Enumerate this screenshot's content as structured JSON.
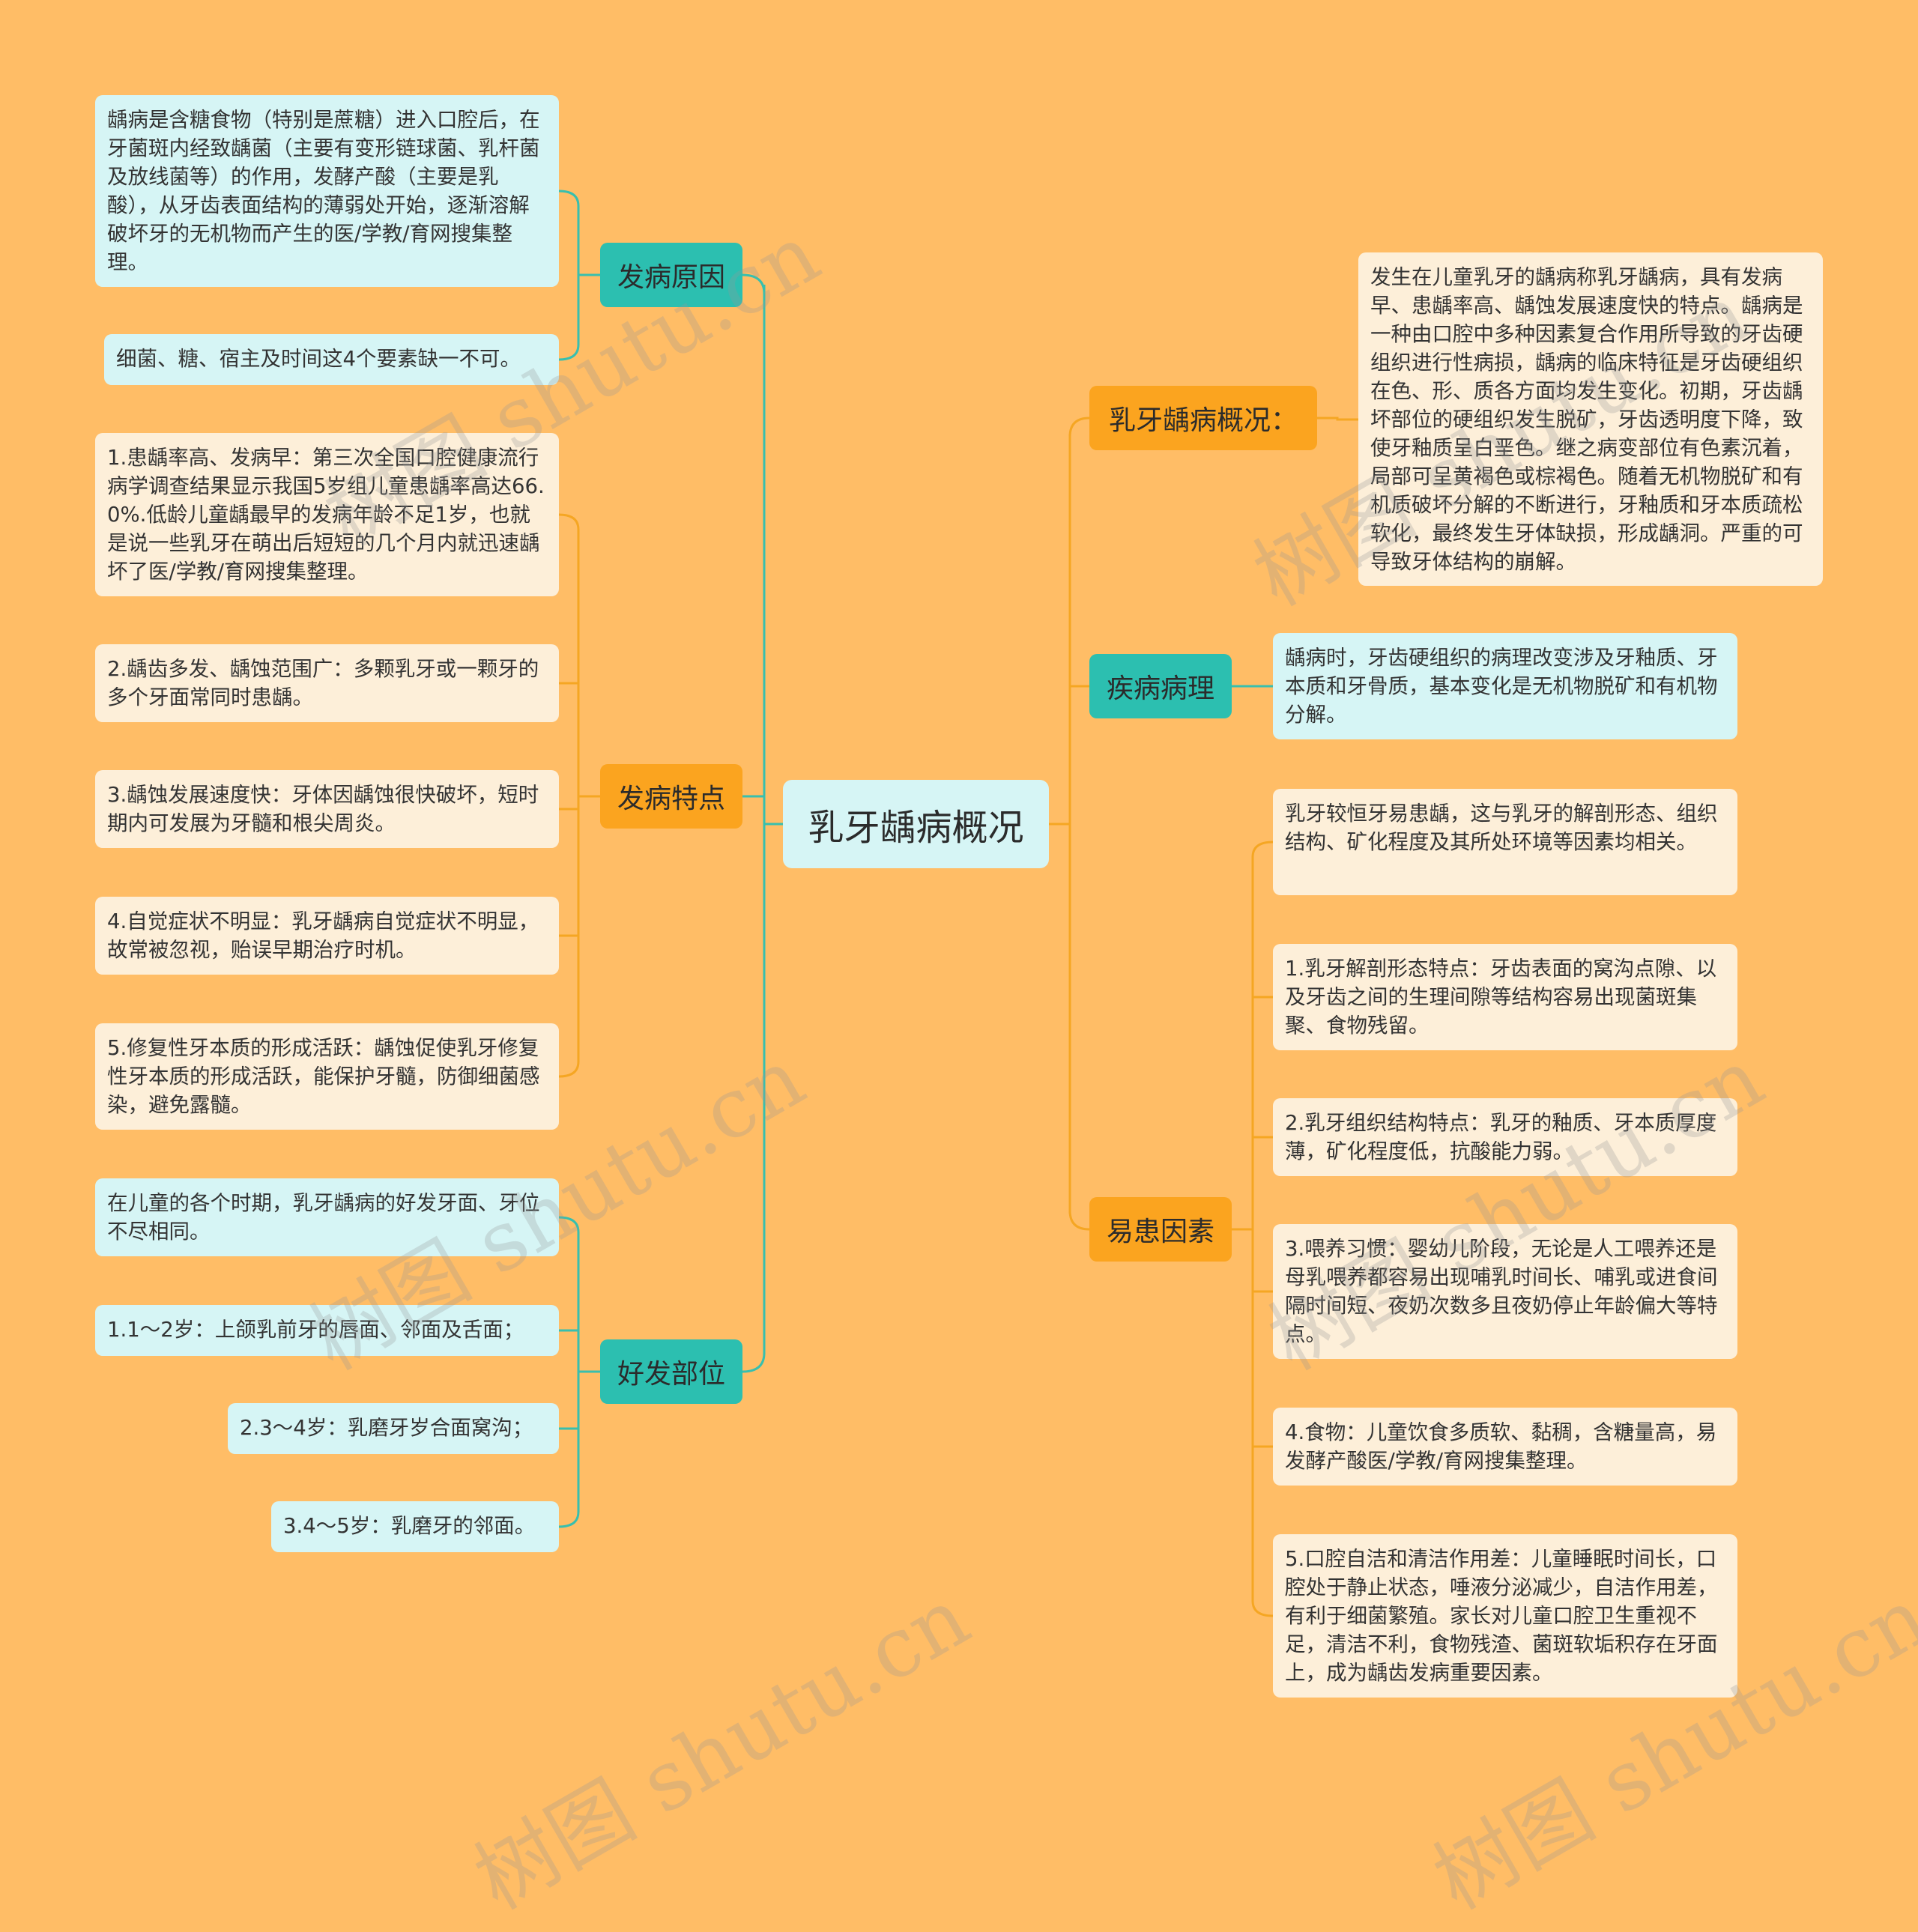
{
  "root": {
    "title": "乳牙龋病概况"
  },
  "colors": {
    "background": "#ffbd66",
    "teal_branch": "#2cbfb0",
    "orange_branch": "#fba41f",
    "teal_line": "#38bfae",
    "orange_line": "#f5a623",
    "leaf_cream": "#fdefd9",
    "leaf_mint": "#d6f5f5"
  },
  "left": {
    "cause": {
      "label": "发病原因",
      "items": [
        "龋病是含糖食物（特别是蔗糖）进入口腔后，在牙菌斑内经致龋菌（主要有变形链球菌、乳杆菌及放线菌等）的作用，发酵产酸（主要是乳酸），从牙齿表面结构的薄弱处开始，逐渐溶解破坏牙的无机物而产生的医/学教/育网搜集整理。",
        "细菌、糖、宿主及时间这4个要素缺一不可。"
      ]
    },
    "features": {
      "label": "发病特点",
      "items": [
        "1.患龋率高、发病早：第三次全国口腔健康流行病学调查结果显示我国5岁组儿童患龋率高达66.0%.低龄儿童龋最早的发病年龄不足1岁，也就是说一些乳牙在萌出后短短的几个月内就迅速龋坏了医/学教/育网搜集整理。",
        "2.龋齿多发、龋蚀范围广：多颗乳牙或一颗牙的多个牙面常同时患龋。",
        "3.龋蚀发展速度快：牙体因龋蚀很快破坏，短时期内可发展为牙髓和根尖周炎。",
        "4.自觉症状不明显：乳牙龋病自觉症状不明显，故常被忽视，贻误早期治疗时机。",
        "5.修复性牙本质的形成活跃：龋蚀促使乳牙修复性牙本质的形成活跃，能保护牙髓，防御细菌感染，避免露髓。"
      ]
    },
    "sites": {
      "label": "好发部位",
      "items": [
        "在儿童的各个时期，乳牙龋病的好发牙面、牙位不尽相同。",
        "1.1～2岁：上颌乳前牙的唇面、邻面及舌面；",
        "2.3～4岁：乳磨牙岁合面窝沟；",
        "3.4～5岁：乳磨牙的邻面。"
      ]
    }
  },
  "right": {
    "overview": {
      "label": "乳牙龋病概况：",
      "items": [
        "发生在儿童乳牙的龋病称乳牙龋病，具有发病早、患龋率高、龋蚀发展速度快的特点。龋病是一种由口腔中多种因素复合作用所导致的牙齿硬组织进行性病损，龋病的临床特征是牙齿硬组织在色、形、质各方面均发生变化。初期，牙齿龋坏部位的硬组织发生脱矿，牙齿透明度下降，致使牙釉质呈白垩色。继之病变部位有色素沉着，局部可呈黄褐色或棕褐色。随着无机物脱矿和有机质破坏分解的不断进行，牙釉质和牙本质疏松软化，最终发生牙体缺损，形成龋洞。严重的可导致牙体结构的崩解。"
      ]
    },
    "pathology": {
      "label": "疾病病理",
      "items": [
        "龋病时，牙齿硬组织的病理改变涉及牙釉质、牙本质和牙骨质，基本变化是无机物脱矿和有机物分解。"
      ]
    },
    "risk": {
      "label": "易患因素",
      "items": [
        "乳牙较恒牙易患龋，这与乳牙的解剖形态、组织结构、矿化程度及其所处环境等因素均相关。",
        "1.乳牙解剖形态特点：牙齿表面的窝沟点隙、以及牙齿之间的生理间隙等结构容易出现菌斑集聚、食物残留。",
        "2.乳牙组织结构特点：乳牙的釉质、牙本质厚度薄，矿化程度低，抗酸能力弱。",
        "3.喂养习惯：婴幼儿阶段，无论是人工喂养还是母乳喂养都容易出现哺乳时间长、哺乳或进食间隔时间短、夜奶次数多且夜奶停止年龄偏大等特点。",
        "4.食物：儿童饮食多质软、黏稠，含糖量高，易发酵产酸医/学教/育网搜集整理。",
        "5.口腔自洁和清洁作用差：儿童睡眠时间长，口腔处于静止状态，唾液分泌减少，自洁作用差，有利于细菌繁殖。家长对儿童口腔卫生重视不足，清洁不利，食物残渣、菌斑软垢积存在牙面上，成为龋齿发病重要因素。"
      ]
    }
  },
  "watermark": {
    "text": "树图 shutu.cn"
  }
}
